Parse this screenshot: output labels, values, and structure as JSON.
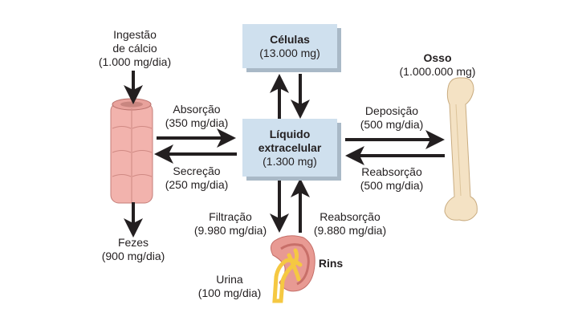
{
  "title": "Balanço de cálcio",
  "intake": {
    "title": "Ingestão",
    "title2": "de cálcio",
    "value": "(1.000 mg/dia)"
  },
  "absorption": {
    "title": "Absorção",
    "value": "(350 mg/dia)"
  },
  "secretion": {
    "title": "Secreção",
    "value": "(250 mg/dia)"
  },
  "feces": {
    "title": "Fezes",
    "value": "(900 mg/dia)"
  },
  "cells": {
    "title": "Células",
    "value": "(13.000 mg)"
  },
  "ecf": {
    "title": "Líquido",
    "title2": "extracelular",
    "value": "(1.300 mg)"
  },
  "bone": {
    "title": "Osso",
    "value": "(1.000.000 mg)"
  },
  "deposition": {
    "title": "Deposição",
    "value": "(500 mg/dia)"
  },
  "bone_resorption": {
    "title": "Reabsorção",
    "value": "(500 mg/dia)"
  },
  "filtration": {
    "title": "Filtração",
    "value": "(9.980 mg/dia)"
  },
  "renal_reabsorption": {
    "title": "Reabsorção",
    "value": "(9.880 mg/dia)"
  },
  "kidney": {
    "title": "Rins"
  },
  "urine": {
    "title": "Urina",
    "value": "(100 mg/dia)"
  },
  "colors": {
    "box": "#cfe0ee",
    "box_shadow": "#a9b9c7",
    "arrow": "#231f20",
    "intestine": "#f2b3ad",
    "bone": "#f4e2c4",
    "kidney": "#e89a93",
    "urine": "#f5c842"
  }
}
